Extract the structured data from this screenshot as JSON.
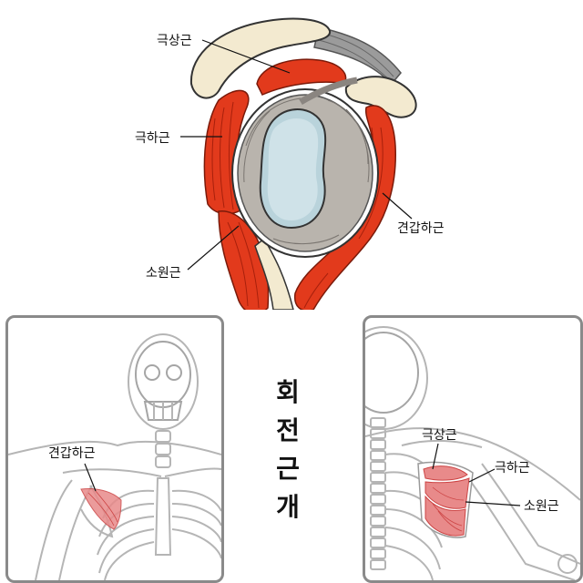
{
  "title_chars": [
    "회",
    "전",
    "근",
    "개"
  ],
  "top_diagram": {
    "labels": {
      "supraspinatus": "극상근",
      "infraspinatus": "극하근",
      "teres_minor": "소원근",
      "subscapularis": "견갑하근"
    }
  },
  "left_panel": {
    "labels": {
      "subscapularis": "견갑하근"
    }
  },
  "right_panel": {
    "labels": {
      "supraspinatus": "극상근",
      "infraspinatus": "극하근",
      "teres_minor": "소원근"
    }
  },
  "colors": {
    "muscle_red": "#e23a1c",
    "muscle_dark": "#b8200c",
    "bone": "#f3ead0",
    "cartilage": "#b9d3db",
    "capsule": "#b9b4ad",
    "panel_border": "#8a8a8a",
    "skeleton_line": "#b5b5b5",
    "highlight_muscle": "#e88a8a"
  }
}
